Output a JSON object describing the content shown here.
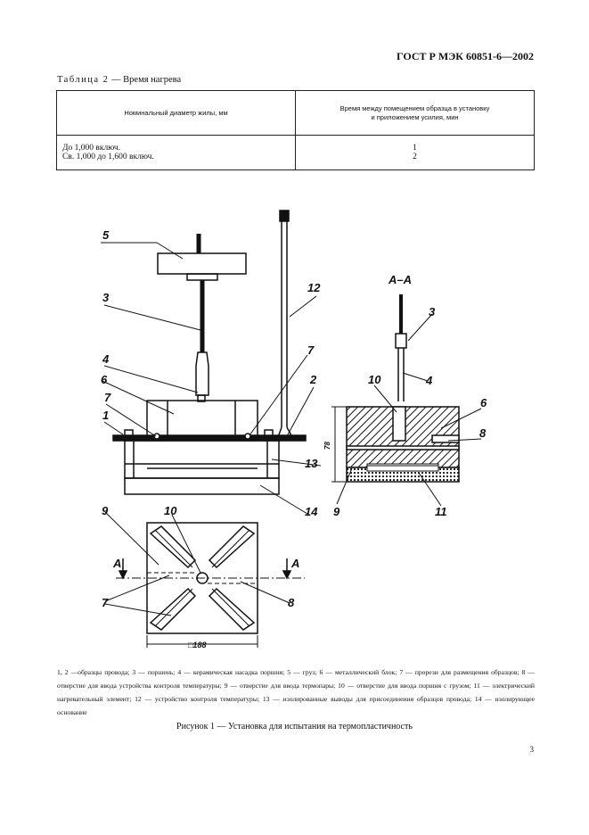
{
  "header": {
    "standard": "ГОСТ Р МЭК 60851-6—2002"
  },
  "table": {
    "caption_prefix": "Таблица 2",
    "caption_text": " — Время нагрева",
    "col1_header": "Номинальный диаметр жилы, мм",
    "col2_header_line1": "Время между помещением образца в установку",
    "col2_header_line2": "и приложением усилия, мин",
    "rows": [
      {
        "diameter": "До 1,000 включ.",
        "time": "1"
      },
      {
        "diameter": "Св. 1,000 до 1,600 включ.",
        "time": "2"
      }
    ]
  },
  "figure": {
    "labels": {
      "l1": "1",
      "l2": "2",
      "l3": "3",
      "l4": "4",
      "l5": "5",
      "l6": "6",
      "l7": "7",
      "l8": "8",
      "l9": "9",
      "l10": "10",
      "l11": "11",
      "l12": "12",
      "l13": "13",
      "l14": "14"
    },
    "section_label": "А–А",
    "section_a": "А",
    "dim_78": "78",
    "dim_188": "□188"
  },
  "legend": "1, 2 —образцы провода; 3 — поршень; 4 — керамическая насадка поршня; 5 — груз; 6 — металлический блок; 7 — прорези для размещения образцов; 8 — отверстие для ввода устройства контроля температуры; 9 — отверстие для ввода термопары; 10 — отверстие для ввода поршня с грузом; 11 — электрический нагревательный элемент; 12 — устройство контроля температуры; 13 — изолированные выводы для присоединения образцов провода; 14 — изолирующее основание",
  "figure_caption": "Рисунок 1 — Установка для испытания на термопластичность",
  "page_number": "3"
}
